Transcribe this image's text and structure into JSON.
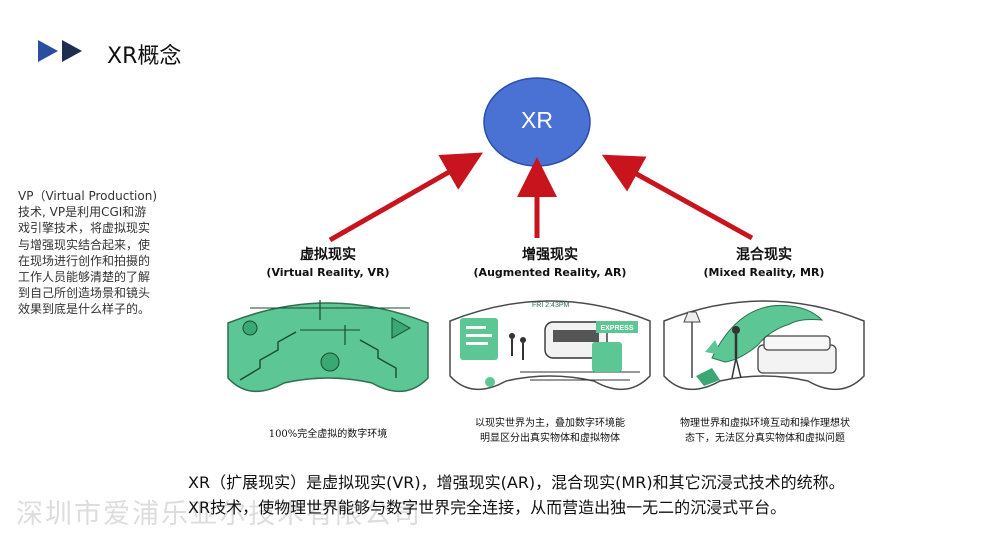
{
  "slide": {
    "title": "XR概念",
    "title_icon": "double-play-arrow-icon"
  },
  "side_note": "VP（Virtual Production)技术, VP是利用CGI和游戏引擎技术，将虚拟现实与增强现实结合起来，使在现场进行创作和拍摄的工作人员能够清楚的了解到自己所创造场景和镜头效果到底是什么样子的。",
  "diagram": {
    "center_label": "XR",
    "center_color": "#4a72d4",
    "arrow_color": "#c8141c",
    "columns": [
      {
        "title": "虚拟现实",
        "subtitle": "(Virtual Reality, VR)",
        "desc_lines": [
          "100%完全虚拟的数字环境"
        ],
        "tint": "#4fbf86"
      },
      {
        "title": "增强现实",
        "subtitle": "(Augmented Reality, AR)",
        "desc_lines": [
          "以现实世界为主，叠加数字环境能",
          "明显区分出真实物体和虚拟物体"
        ],
        "overlay_time": "FRI 2:43PM",
        "overlay_label": "EXPRESS",
        "tint": "#4fbf86"
      },
      {
        "title": "混合现实",
        "subtitle": "(Mixed Reality, MR)",
        "desc_lines": [
          "物理世界和虚拟环境互动和操作理想状",
          "态下，无法区分真实物体和虚拟问题"
        ],
        "tint": "#4fbf86"
      }
    ]
  },
  "summary_lines": [
    "XR（扩展现实）是虚拟现实(VR)，增强现实(AR)，混合现实(MR)和其它沉浸式技术的统称。",
    "XR技术，使物理世界能够与数字世界完全连接，从而营造出独一无二的沉浸式平台。"
  ],
  "watermark": "深圳市爱浦乐亚尔技术有限公司"
}
